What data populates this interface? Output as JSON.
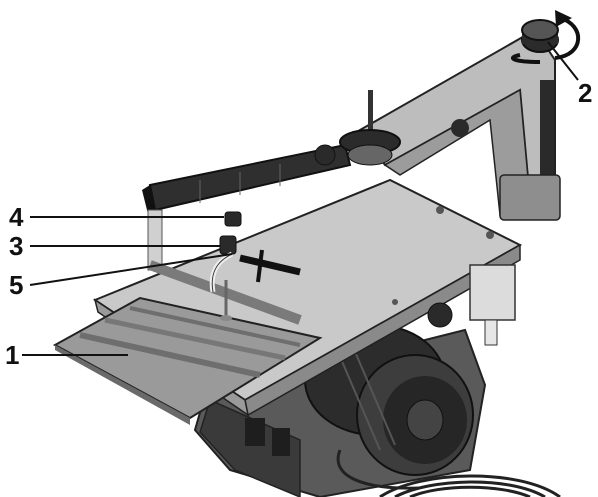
{
  "figure": {
    "callouts": [
      {
        "id": "callout-1",
        "label": "1"
      },
      {
        "id": "callout-2",
        "label": "2"
      },
      {
        "id": "callout-3",
        "label": "3"
      },
      {
        "id": "callout-4",
        "label": "4"
      },
      {
        "id": "callout-5",
        "label": "5"
      }
    ],
    "colors": {
      "ink": "#111111",
      "table_top": "#c9c9c9",
      "metal_dark": "#2a2a2a",
      "metal_mid": "#8a8a8a",
      "wood_light": "#9a9a9a",
      "wood_dark": "#6e6e6e"
    }
  }
}
